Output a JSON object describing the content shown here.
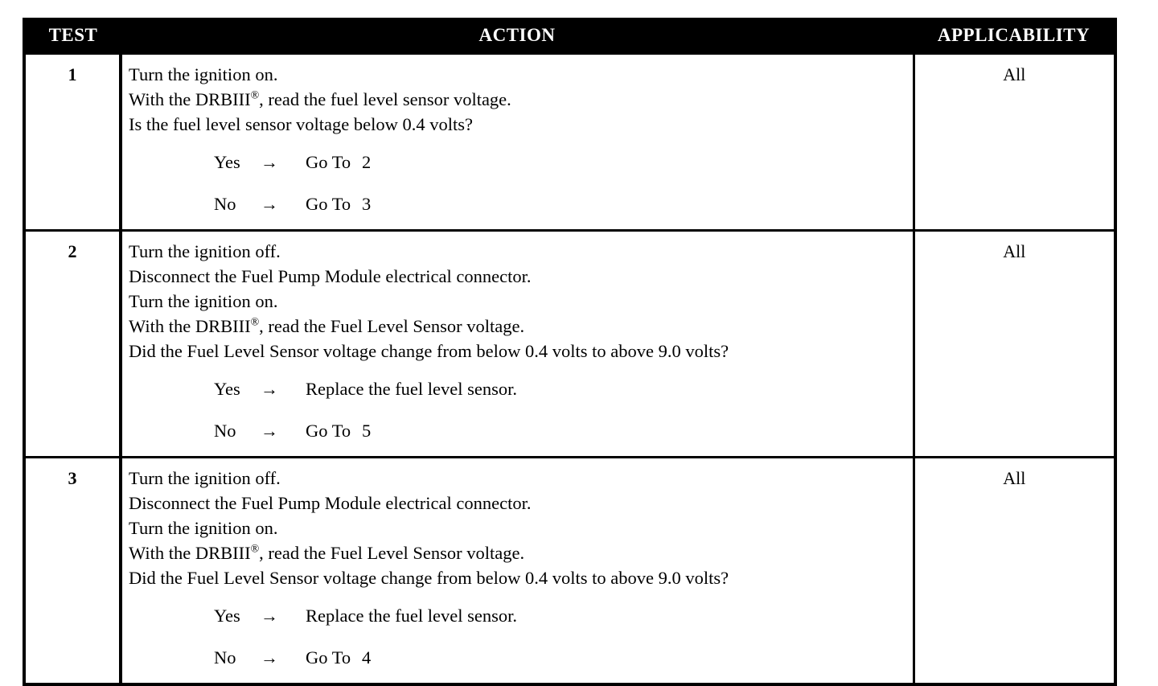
{
  "table": {
    "headers": {
      "test": "TEST",
      "action": "ACTION",
      "applicability": "APPLICABILITY"
    },
    "colors": {
      "header_background": "#000000",
      "header_text": "#ffffff",
      "border": "#000000",
      "cell_background": "#ffffff",
      "body_text": "#000000"
    },
    "rows": [
      {
        "test": "1",
        "applicability": "All",
        "steps": [
          "Turn the ignition on.",
          "With the DRBIII®, read the fuel level sensor voltage.",
          "Is the fuel level sensor voltage below 0.4 volts?"
        ],
        "branches": [
          {
            "answer": "Yes",
            "arrow": "→",
            "result_label": "Go To",
            "result_value": "2"
          },
          {
            "answer": "No",
            "arrow": "→",
            "result_label": "Go To",
            "result_value": "3"
          }
        ]
      },
      {
        "test": "2",
        "applicability": "All",
        "steps": [
          "Turn the ignition off.",
          "Disconnect the Fuel Pump Module electrical connector.",
          "Turn the ignition on.",
          "With the DRBIII®, read the Fuel Level Sensor voltage.",
          "Did the Fuel Level Sensor voltage change from below 0.4 volts to above 9.0 volts?"
        ],
        "branches": [
          {
            "answer": "Yes",
            "arrow": "→",
            "result_label": "Replace the fuel level sensor.",
            "result_value": ""
          },
          {
            "answer": "No",
            "arrow": "→",
            "result_label": "Go To",
            "result_value": "5"
          }
        ]
      },
      {
        "test": "3",
        "applicability": "All",
        "steps": [
          "Turn the ignition off.",
          "Disconnect the Fuel Pump Module electrical connector.",
          "Turn the ignition on.",
          "With the DRBIII®, read the Fuel Level Sensor voltage.",
          "Did the Fuel Level Sensor voltage change from below 0.4 volts to above 9.0 volts?"
        ],
        "branches": [
          {
            "answer": "Yes",
            "arrow": "→",
            "result_label": "Replace the fuel level sensor.",
            "result_value": ""
          },
          {
            "answer": "No",
            "arrow": "→",
            "result_label": "Go To",
            "result_value": "4"
          }
        ]
      }
    ]
  }
}
